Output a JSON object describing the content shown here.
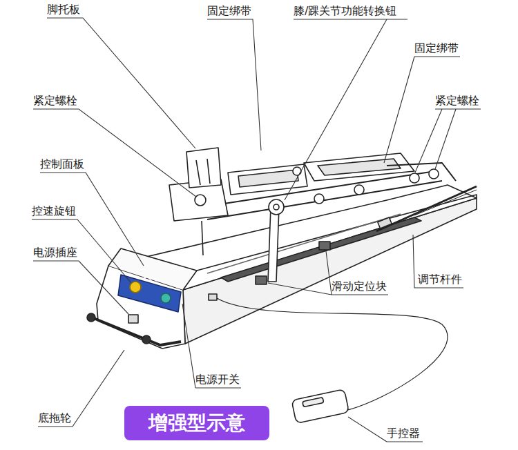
{
  "diagram": {
    "nodes": [
      {
        "text": [
          "增强型示意"
        ]
      }
    ],
    "labels": [
      "脚托板",
      "固定绑带",
      "膝/踝关节功能转换钮",
      "固定绑带",
      "紧定螺栓",
      "紧定螺栓",
      "控制面板",
      "控速旋钮",
      "电源插座",
      "调节杆件",
      "滑动定位块",
      "电源开关",
      "底拖轮",
      "手控器"
    ]
  }
}
